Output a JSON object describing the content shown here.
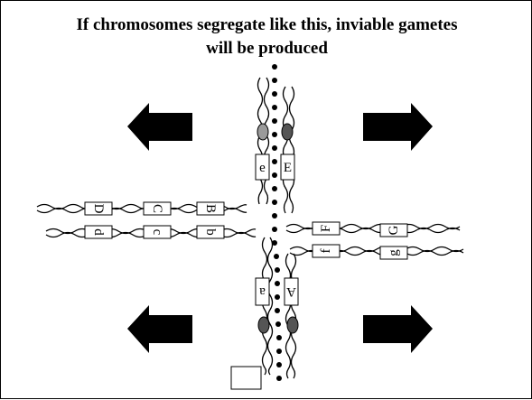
{
  "title": {
    "line1": "If chromosomes segregate like this, inviable gametes",
    "line2": "will be produced"
  },
  "colors": {
    "centromere_light": "#9a9a9a",
    "centromere_dark": "#555555",
    "arrow": "#000000"
  },
  "genes": {
    "upper_left": "e",
    "upper_right": "E",
    "left_top_1": "D",
    "left_top_2": "C",
    "left_top_3": "B",
    "left_bottom_1": "d",
    "left_bottom_2": "c",
    "left_bottom_3": "b",
    "right_top_1": "F",
    "right_top_2": "G",
    "right_bottom_1": "f",
    "right_bottom_2": "g",
    "lower_left": "a",
    "lower_right": "A"
  },
  "icons": [
    "arrow-left-icon",
    "arrow-right-icon"
  ]
}
